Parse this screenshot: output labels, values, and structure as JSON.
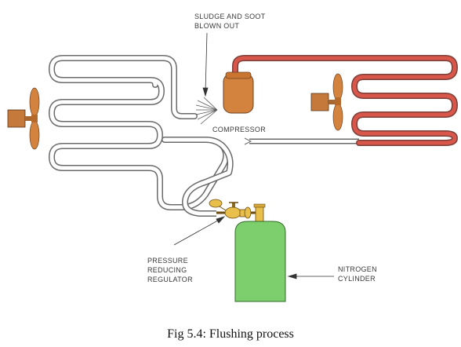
{
  "labels": {
    "sludge_line1": "SLUDGE AND SOOT",
    "sludge_line2": "BLOWN OUT",
    "compressor": "COMPRESSOR",
    "regulator_line1": "PRESSURE",
    "regulator_line2": "REDUCING",
    "regulator_line3": "REGULATOR",
    "nitrogen_line1": "NITROGEN",
    "nitrogen_line2": "CYLINDER"
  },
  "caption": "Fig 5.4: Flushing process",
  "colors": {
    "hot_pipe": "#d9574a",
    "pipe_outline": "#6b6b6b",
    "compressor": "#d4833e",
    "fan": "#d4833e",
    "motor": "#c57a3c",
    "cylinder": "#7ccf6c",
    "regulator": "#e8bf4a"
  }
}
